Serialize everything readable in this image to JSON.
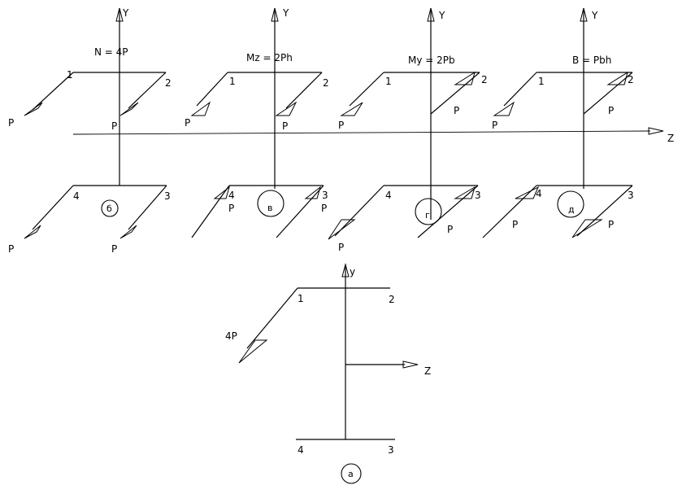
{
  "axes": {
    "y": "Y",
    "z": "Z",
    "y_small": "y",
    "z_small": "Z"
  },
  "formulas": {
    "a": "N = 4P",
    "b": "Mz = 2Ph",
    "c": "My = 2Pb",
    "d": "B = Pbh"
  },
  "corners": {
    "c1": "1",
    "c2": "2",
    "c3": "3",
    "c4": "4"
  },
  "force": "P",
  "force4": "4P",
  "captions": {
    "a": "б",
    "b": "в",
    "c": "г",
    "d": "д",
    "e": "а"
  }
}
